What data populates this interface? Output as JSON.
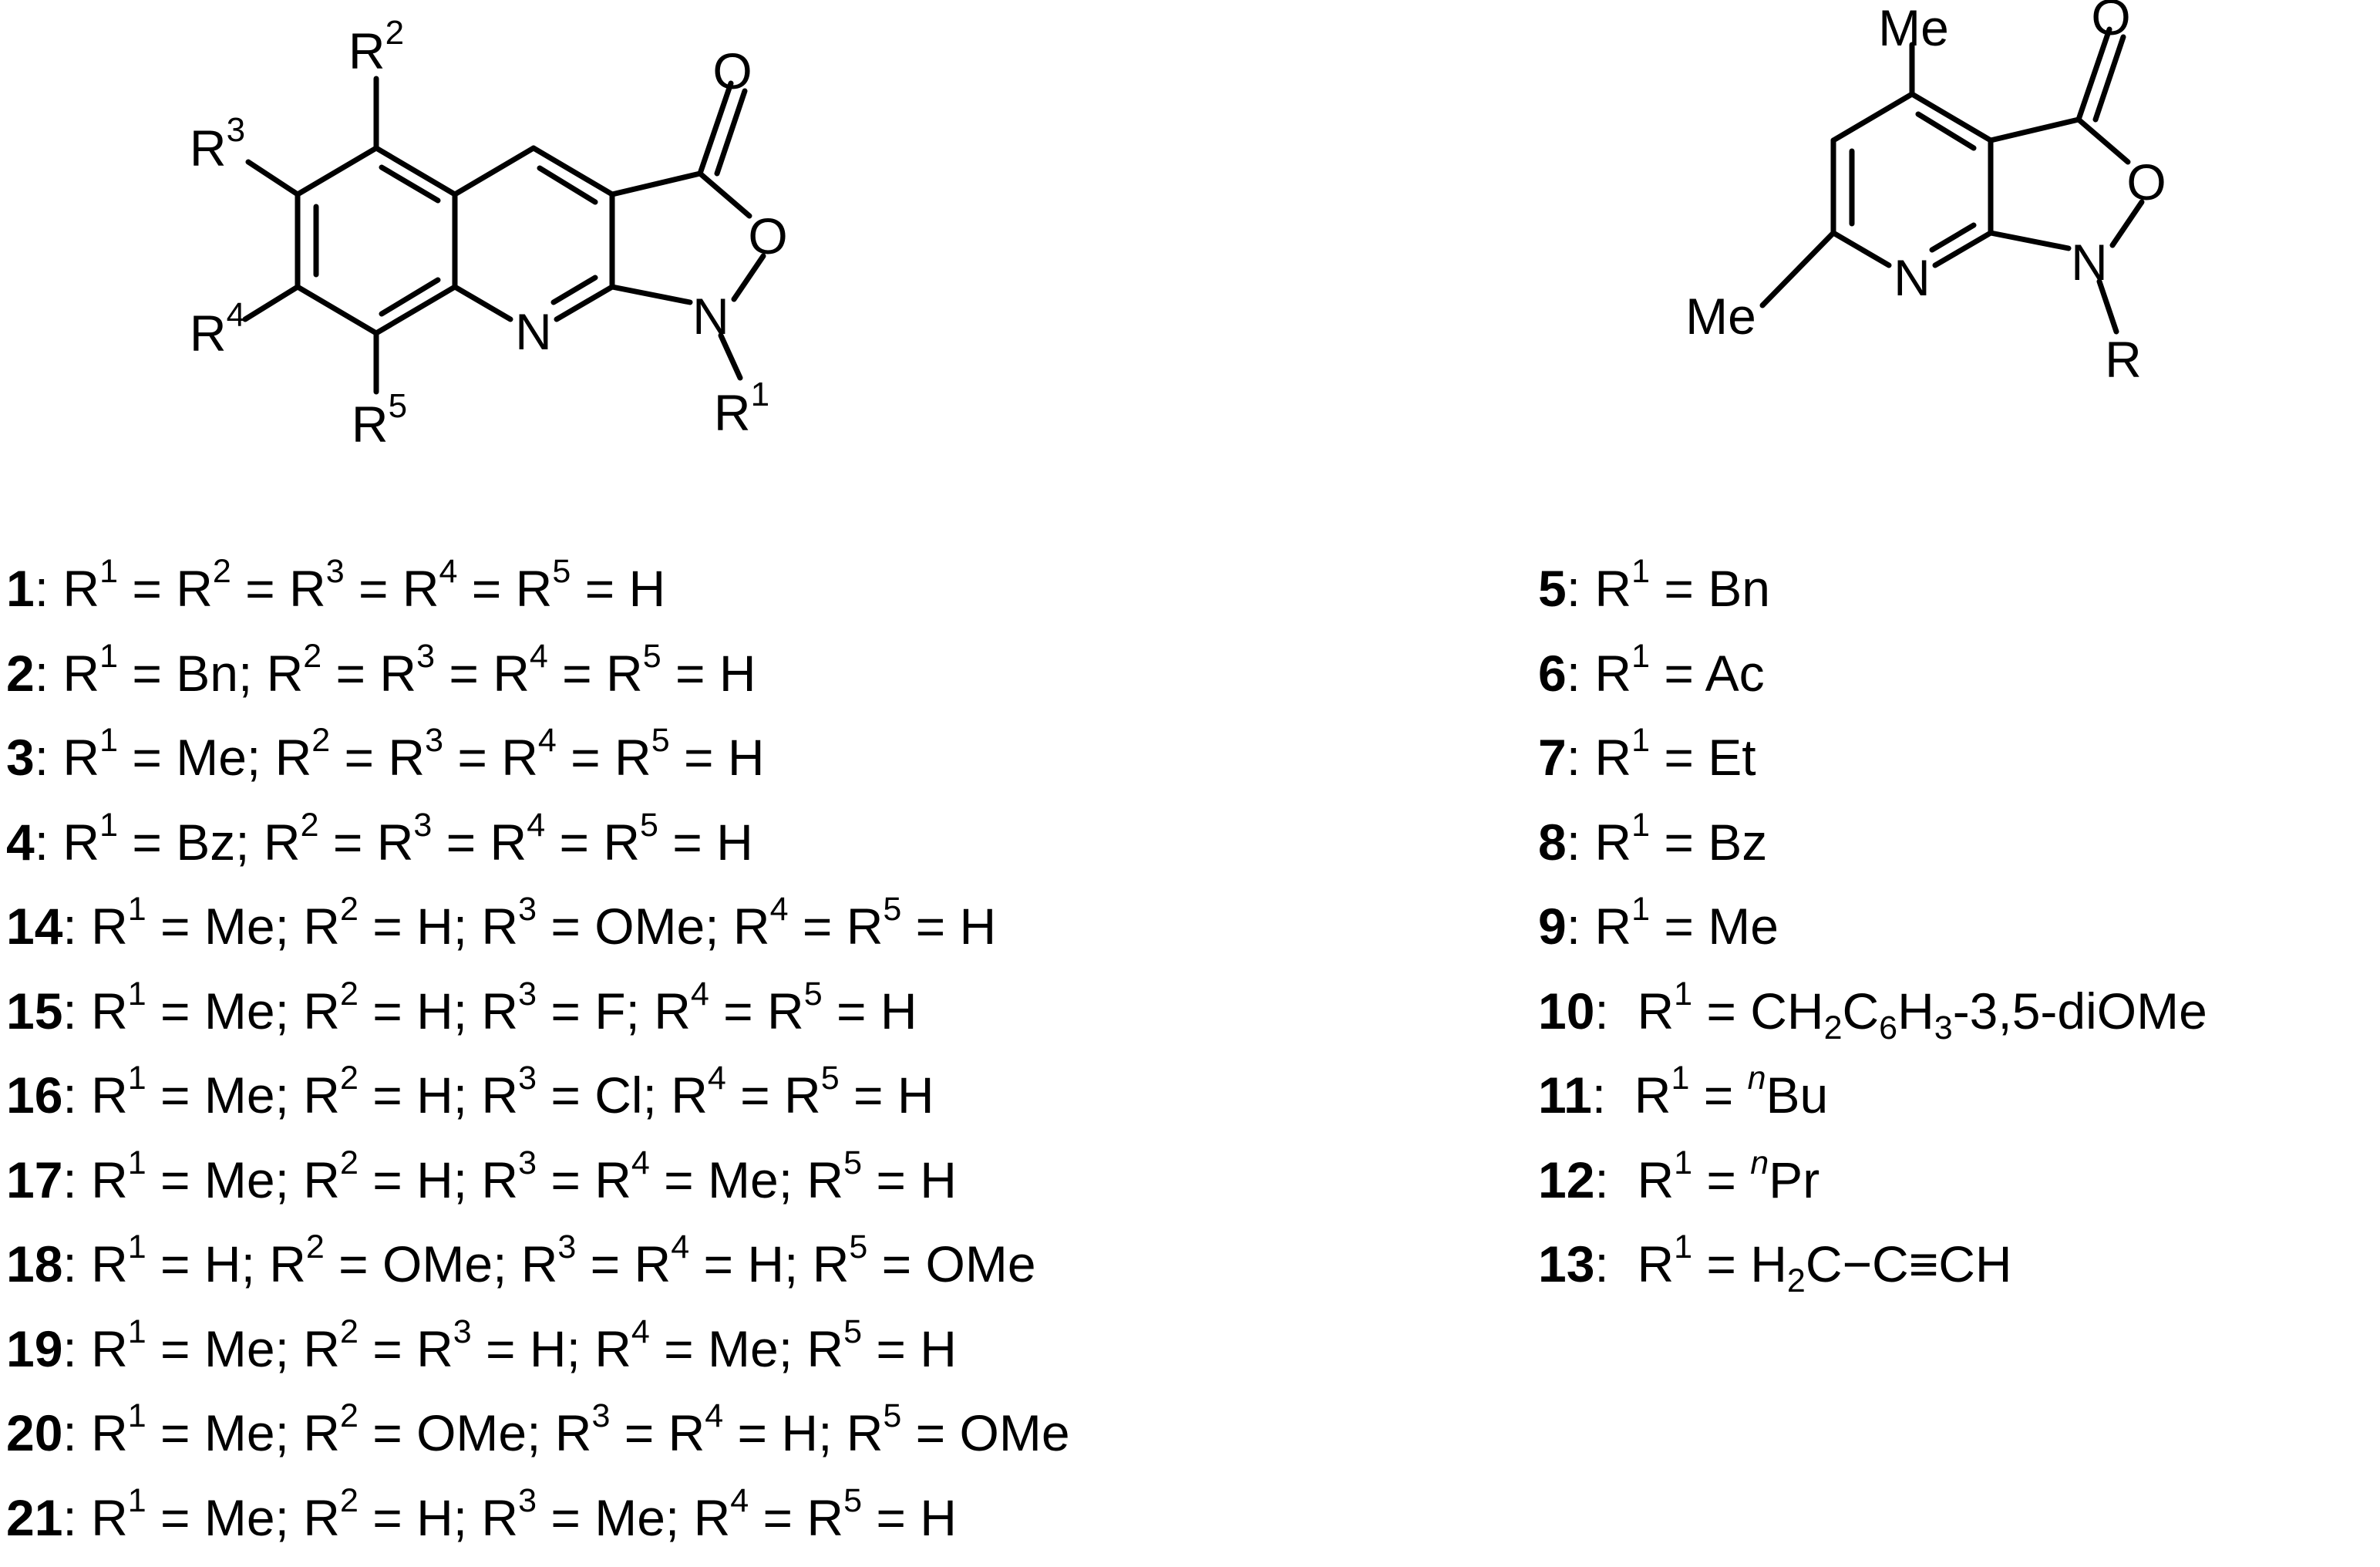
{
  "left_structure": {
    "atoms": {
      "carbonyl_o": "O",
      "ring_o": "O",
      "ring_n": "N",
      "pyridine_n": "N",
      "r1": {
        "base": "R",
        "sup": "1"
      },
      "r2": {
        "base": "R",
        "sup": "2"
      },
      "r3": {
        "base": "R",
        "sup": "3"
      },
      "r4": {
        "base": "R",
        "sup": "4"
      },
      "r5": {
        "base": "R",
        "sup": "5"
      }
    }
  },
  "right_structure": {
    "atoms": {
      "methyl_top": "Me",
      "methyl_left": "Me",
      "carbonyl_o": "O",
      "ring_o": "O",
      "ring_n": "N",
      "pyridine_n": "N",
      "r": "R"
    }
  },
  "left_compounds": [
    {
      "num": "1",
      "def": "R<sup>1</sup> = R<sup>2</sup> = R<sup>3</sup> = R<sup>4</sup> = R<sup>5</sup> = H"
    },
    {
      "num": "2",
      "def": "R<sup>1</sup> = Bn; R<sup>2</sup> = R<sup>3</sup> = R<sup>4</sup> = R<sup>5</sup> = H"
    },
    {
      "num": "3",
      "def": "R<sup>1</sup> = Me; R<sup>2</sup> = R<sup>3</sup> = R<sup>4</sup> = R<sup>5</sup> = H"
    },
    {
      "num": "4",
      "def": "R<sup>1</sup> = Bz; R<sup>2</sup> = R<sup>3</sup> = R<sup>4</sup> = R<sup>5</sup> = H"
    },
    {
      "num": "14",
      "def": "R<sup>1</sup> = Me; R<sup>2</sup> = H; R<sup>3</sup> = OMe; R<sup>4</sup> = R<sup>5</sup> = H"
    },
    {
      "num": "15",
      "def": "R<sup>1</sup> = Me; R<sup>2</sup> = H; R<sup>3</sup> = F; R<sup>4</sup> = R<sup>5</sup> = H"
    },
    {
      "num": "16",
      "def": "R<sup>1</sup> = Me; R<sup>2</sup> = H; R<sup>3</sup> = Cl; R<sup>4</sup> = R<sup>5</sup> = H"
    },
    {
      "num": "17",
      "def": "R<sup>1</sup> = Me; R<sup>2</sup> = H; R<sup>3</sup> = R<sup>4</sup> = Me; R<sup>5</sup> = H"
    },
    {
      "num": "18",
      "def": "R<sup>1</sup> = H; R<sup>2</sup> = OMe; R<sup>3</sup> = R<sup>4</sup> = H; R<sup>5</sup> = OMe"
    },
    {
      "num": "19",
      "def": "R<sup>1</sup> = Me; R<sup>2</sup> = R<sup>3</sup> = H; R<sup>4</sup> = Me; R<sup>5</sup> = H"
    },
    {
      "num": "20",
      "def": "R<sup>1</sup> = Me; R<sup>2</sup> = OMe; R<sup>3</sup> = R<sup>4</sup> = H; R<sup>5</sup> = OMe"
    },
    {
      "num": "21",
      "def": "R<sup>1</sup> = Me; R<sup>2</sup> = H; R<sup>3</sup> = Me; R<sup>4</sup> = R<sup>5</sup> = H"
    }
  ],
  "right_compounds": [
    {
      "num": "5",
      "def": "R<sup>1</sup> = Bn"
    },
    {
      "num": "6",
      "def": "R<sup>1</sup> = Ac"
    },
    {
      "num": "7",
      "def": "R<sup>1</sup> = Et"
    },
    {
      "num": "8",
      "def": "R<sup>1</sup> = Bz"
    },
    {
      "num": "9",
      "def": "R<sup>1</sup> = Me"
    },
    {
      "num": "10",
      "def": "&nbsp;R<sup>1</sup> = CH<sub>2</sub>C<sub>6</sub>H<sub>3</sub>-3,5-diOMe"
    },
    {
      "num": "11",
      "def": "&nbsp;R<sup>1</sup> = <sup><i>n</i></sup>Bu"
    },
    {
      "num": "12",
      "def": "&nbsp;R<sup>1</sup> = <sup><i>n</i></sup>Pr"
    },
    {
      "num": "13",
      "def": "&nbsp;R<sup>1</sup> = H<sub>2</sub>C−C≡CH"
    }
  ]
}
